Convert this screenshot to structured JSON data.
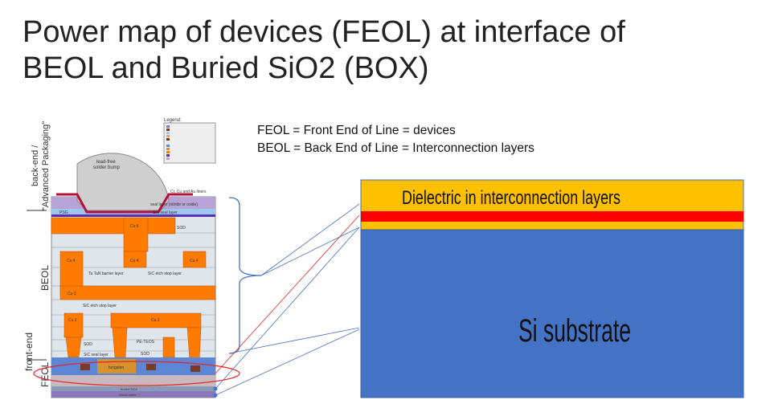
{
  "title": {
    "line1": "Power map of devices (FEOL) at interface of",
    "line2": "BEOL and Buried SiO2 (BOX)"
  },
  "definitions": {
    "feol": "FEOL = Front End of Line = devices",
    "beol": "BEOL = Back End of Line = Interconnection layers"
  },
  "cross_section": {
    "side_labels": {
      "backend_line1": "back-end /",
      "backend_line2": "\"Advanced Packaging\"",
      "beol": "BEOL",
      "frontend": "front-end",
      "feol": "FEOL"
    },
    "legend_title": "Legend:",
    "labels": {
      "bump": "lead-free",
      "bump2": "solder bump",
      "liners": "Cr, Cu and Au liners",
      "seal": "seal layer (nitride or oxide)",
      "psg": "PSG",
      "sin_seal": "SiN seal layer",
      "cu5": "Cu 5",
      "sod": "SOD",
      "cu4": "Cu 4",
      "barrier": "Ta TaN barrier layer",
      "sic1": "SiC etch stop layer",
      "cu3": "Cu 3",
      "sic2": "SiC etch stop layer",
      "cu2": "Cu 2",
      "peteos": "PE-TEOS",
      "sic_seal": "SiC seal layer",
      "tungsten": "tungsten",
      "box": "buried SiO2",
      "wafer": "silicon wafer"
    }
  },
  "model": {
    "dielectric_label": "Dielectric in interconnection layers",
    "substrate_label": "Si substrate"
  },
  "colors": {
    "dielectric": "#FFC000",
    "heat_layer": "#FF0000",
    "substrate": "#4472C4",
    "copper": "#FF7A00",
    "connector": "#4472C4",
    "highlight": "#E8232A"
  }
}
